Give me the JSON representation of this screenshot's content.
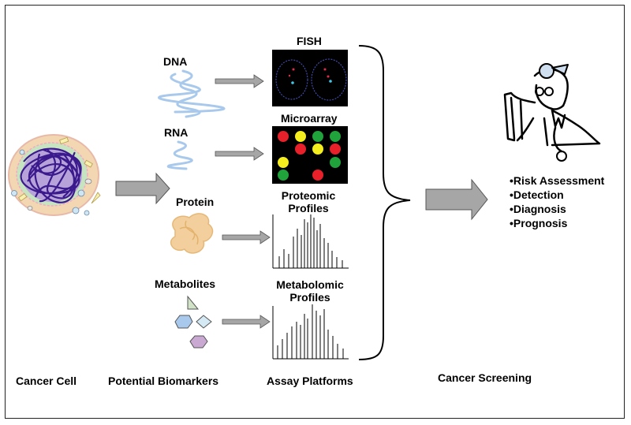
{
  "columns": {
    "cancer_cell": "Cancer Cell",
    "biomarkers": "Potential Biomarkers",
    "assays": "Assay Platforms",
    "screening": "Cancer Screening"
  },
  "biomarkers": {
    "dna": "DNA",
    "rna": "RNA",
    "protein": "Protein",
    "metabolites": "Metabolites"
  },
  "assays": {
    "fish": "FISH",
    "microarray": "Microarray",
    "proteomic": "Proteomic Profiles",
    "metabolomic": "Metabolomic Profiles"
  },
  "screening_steps": [
    "•Risk Assessment",
    "•Detection",
    "•Diagnosis",
    "•Prognosis"
  ],
  "colors": {
    "arrow_fill": "#a6a6a6",
    "dna_rna": "#a9c9ec",
    "protein": "#f2cf9d",
    "microarray_red": "#e8202a",
    "microarray_yellow": "#f4ee1f",
    "microarray_green": "#21a33b"
  }
}
